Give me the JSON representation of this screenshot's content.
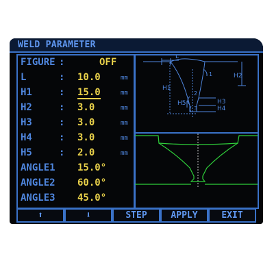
{
  "title": "WELD PARAMETER",
  "params": [
    {
      "label": "FIGURE",
      "value": "OFF",
      "unit": "",
      "selected": false
    },
    {
      "label": "L",
      "value": "10.0",
      "unit": "mm",
      "selected": false
    },
    {
      "label": "H1",
      "value": "15.0",
      "unit": "mm",
      "selected": true
    },
    {
      "label": "H2",
      "value": "3.0",
      "unit": "mm",
      "selected": false
    },
    {
      "label": "H3",
      "value": "3.0",
      "unit": "mm",
      "selected": false
    },
    {
      "label": "H4",
      "value": "3.0",
      "unit": "mm",
      "selected": false
    },
    {
      "label": "H5",
      "value": "2.0",
      "unit": "mm",
      "selected": false
    },
    {
      "label": "ANGLE1",
      "value": "15.0°",
      "unit": "",
      "selected": false
    },
    {
      "label": "ANGLE2",
      "value": "60.0°",
      "unit": "",
      "selected": false
    },
    {
      "label": "ANGLE3",
      "value": "45.0°",
      "unit": "",
      "selected": false
    }
  ],
  "diagram_labels": {
    "L": "L",
    "H1": "H1",
    "H2": "H2",
    "H3": "H3",
    "H4": "H4",
    "H5": "H5",
    "a1": "1",
    "a2": "2",
    "a3": "3"
  },
  "buttons": {
    "up": "⬆",
    "down": "⬇",
    "step": "STEP",
    "apply": "APPLY",
    "exit": "EXIT"
  },
  "colors": {
    "accent": "#3a72c8",
    "label": "#4f86de",
    "value": "#e8d04a",
    "profile": "#2fcf3a",
    "background": "#050608"
  }
}
